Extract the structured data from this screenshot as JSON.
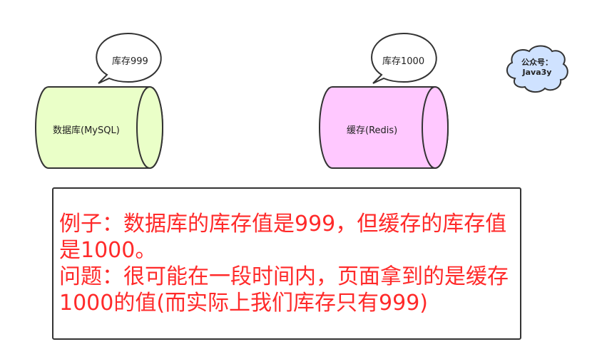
{
  "database": {
    "label": "数据库(MySQL)",
    "bubble": "库存999",
    "fill": "#eaffc8"
  },
  "cache": {
    "label": "缓存(Redis)",
    "bubble": "库存1000",
    "fill": "#ffc8ff"
  },
  "badge": {
    "line1": "公众号：",
    "line2": "Java3y",
    "fill": "#cfe2ff"
  },
  "note": {
    "line1": "例子：数据库的库存值是999，但缓存的库存值是1000。",
    "line2": "问题：很可能在一段时间内，页面拿到的是缓存1000的值(而实际上我们库存只有999)",
    "color": "#ff2a2a"
  }
}
